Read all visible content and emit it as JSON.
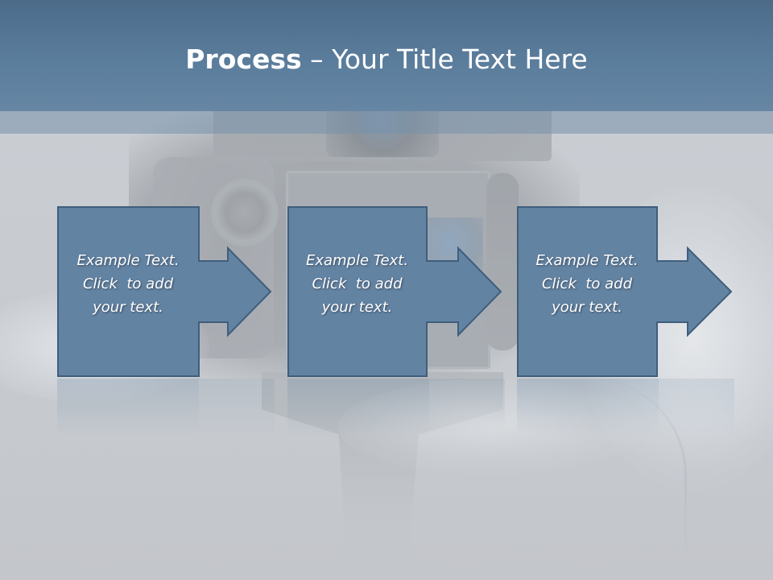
{
  "slide": {
    "title_bold": "Process",
    "title_rest": " – Your Title Text Here",
    "colors": {
      "title_band": "#5b7d9c",
      "step_fill": "#6383a3",
      "step_border": "#3f5e7c",
      "text": "#ffffff"
    }
  },
  "steps": [
    {
      "lines": [
        "Example Text.",
        "Click  to add",
        "your text."
      ]
    },
    {
      "lines": [
        "Example Text.",
        "Click  to add",
        "your text."
      ]
    },
    {
      "lines": [
        "Example Text.",
        "Click  to add",
        "your text."
      ]
    }
  ]
}
